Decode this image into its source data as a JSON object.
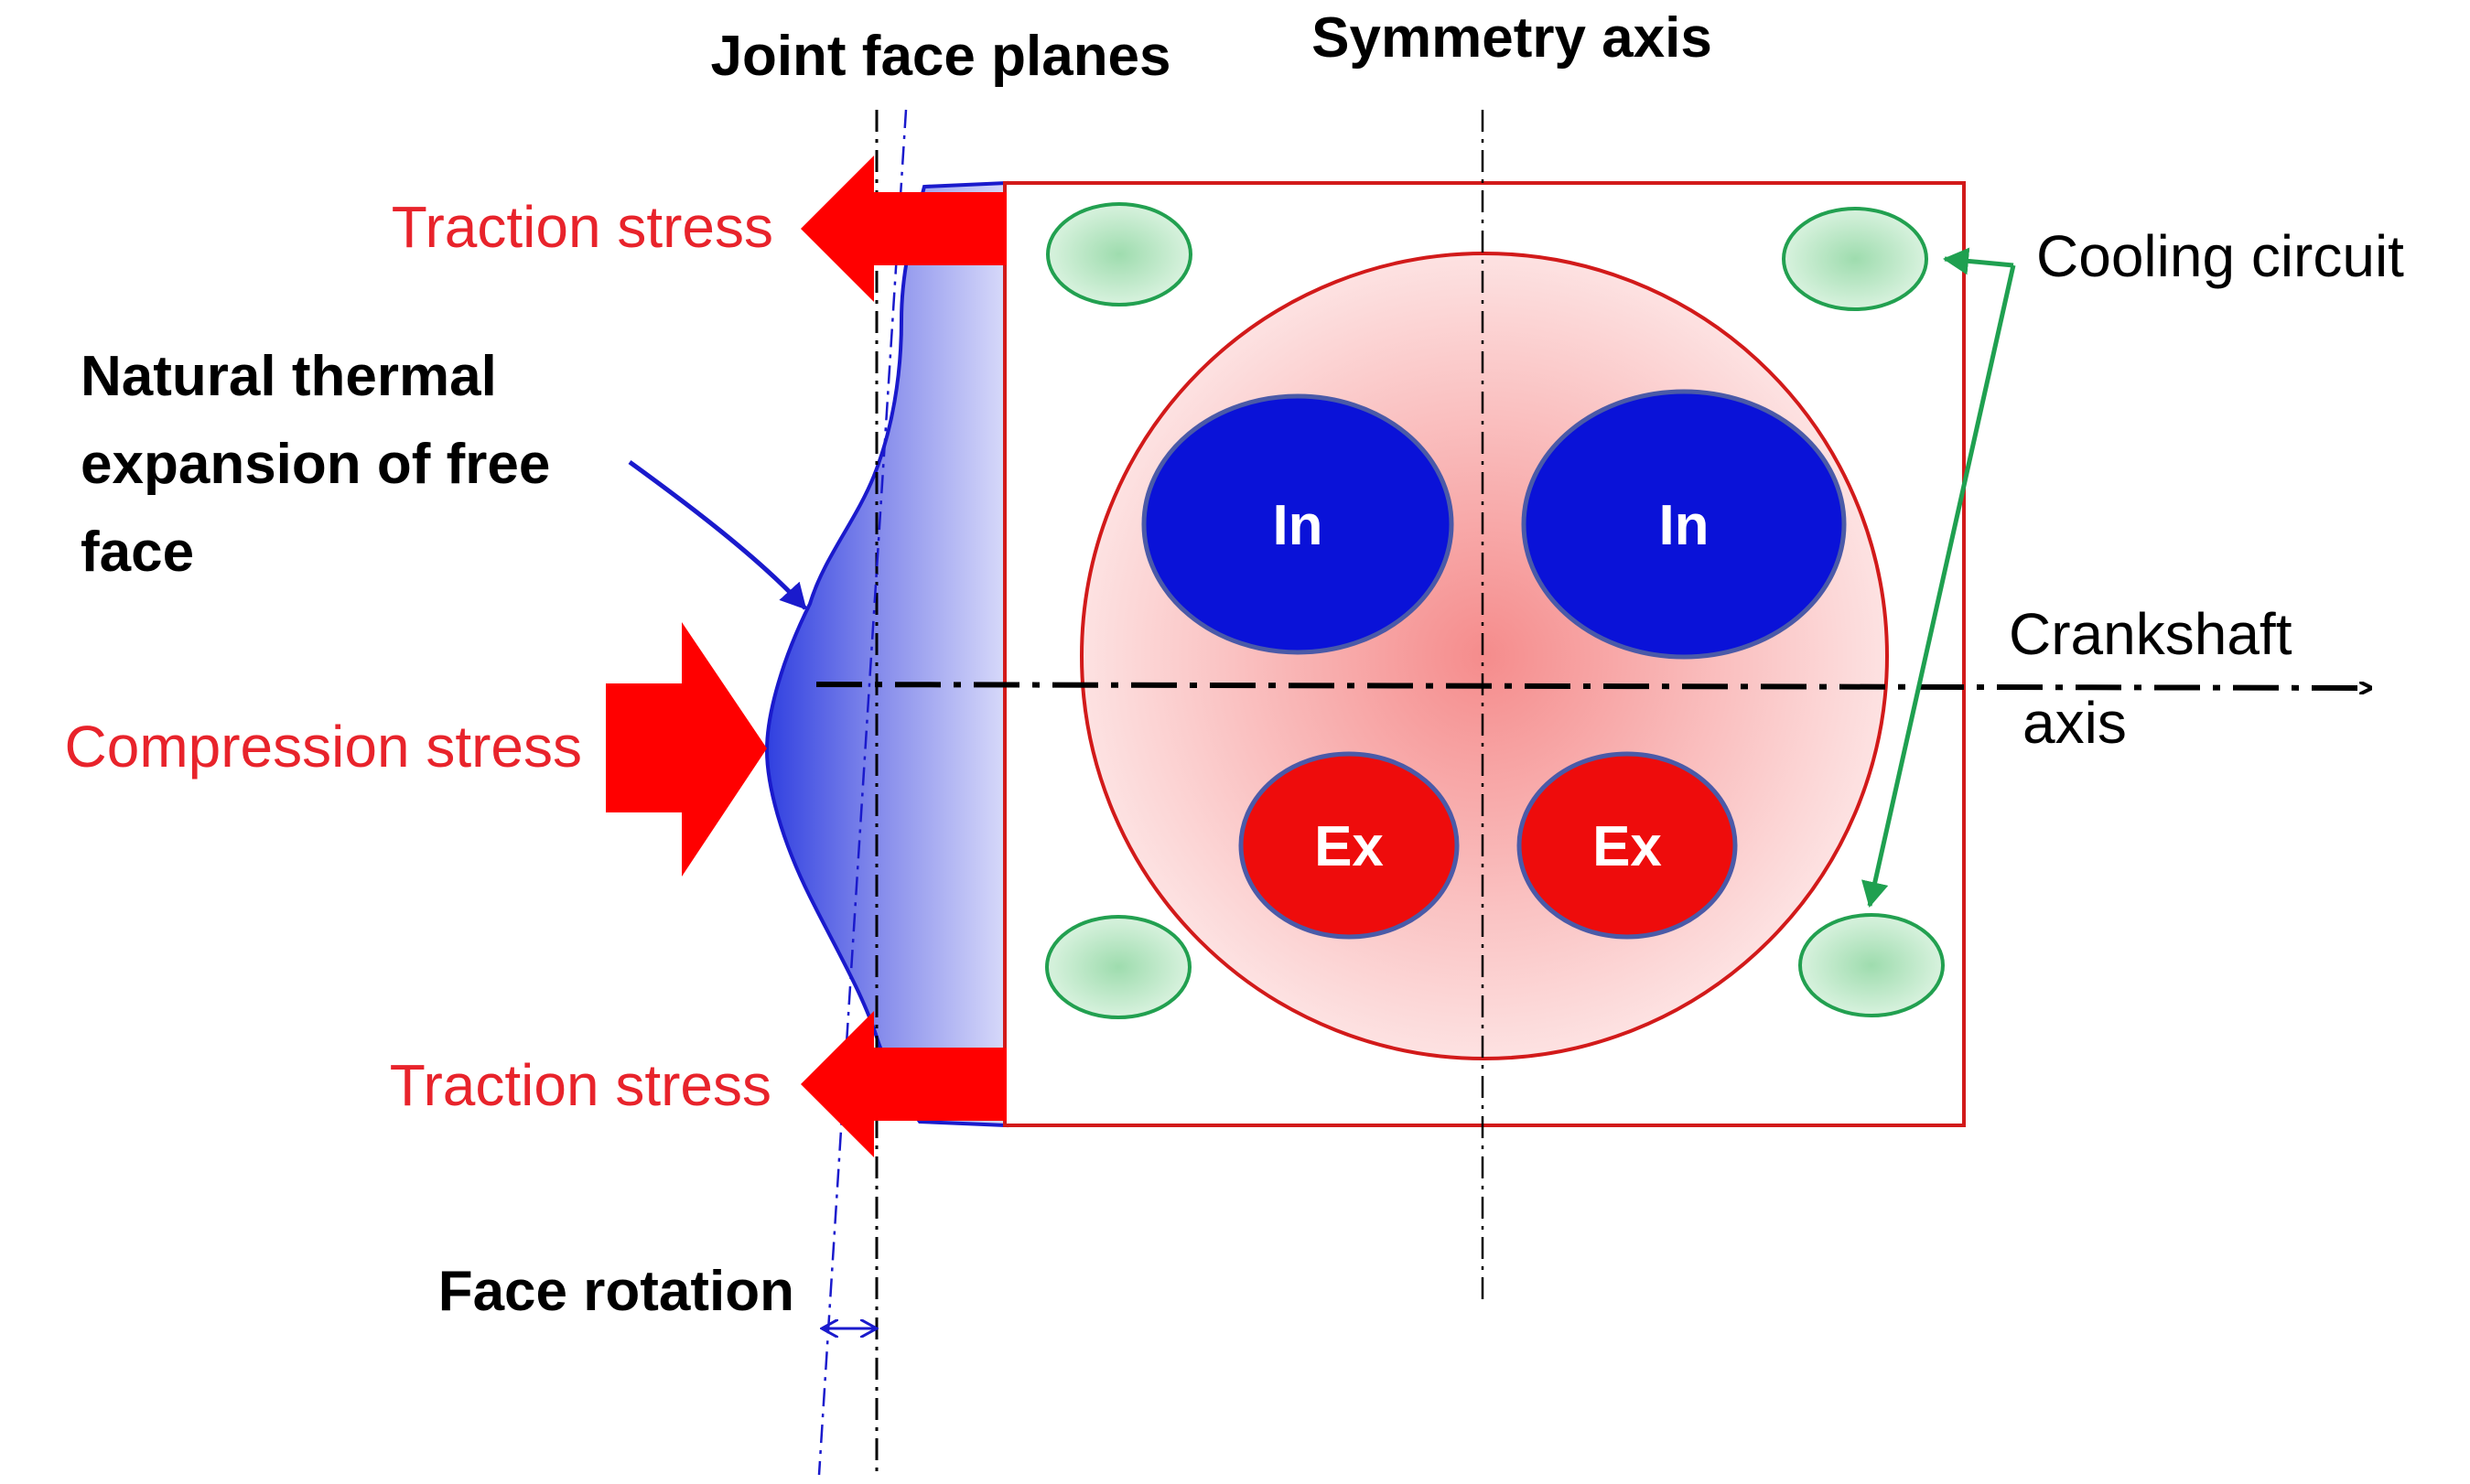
{
  "labels": {
    "joint_face_planes": "Joint face planes",
    "symmetry_axis": "Symmetry axis",
    "traction_stress_top": "Traction stress",
    "traction_stress_bottom": "Traction stress",
    "compression_stress": "Compression stress",
    "natural_expansion_line1": "Natural thermal",
    "natural_expansion_line2": "expansion of free",
    "natural_expansion_line3": "face",
    "face_rotation": "Face rotation",
    "cooling_circuit": "Cooling circuit",
    "crankshaft_axis_line1": "Crankshaft",
    "crankshaft_axis_line2": "axis",
    "intake_left": "In",
    "intake_right": "In",
    "exhaust_left": "Ex",
    "exhaust_right": "Ex"
  },
  "colors": {
    "stress": "#ff0000",
    "stress_text": "#e8232b",
    "expansion": "#1a1acc",
    "intake": "#0a12d8",
    "exhaust": "#ee0c0c",
    "valve_border": "#4a5aa8",
    "cooling_fill": "#7ccf90",
    "cooling_border": "#22a050",
    "cooling_arrow": "#1fa050",
    "bore_center": "#f79a9a",
    "bore_edge": "#fde0e0",
    "frame": "#d21a1a"
  }
}
